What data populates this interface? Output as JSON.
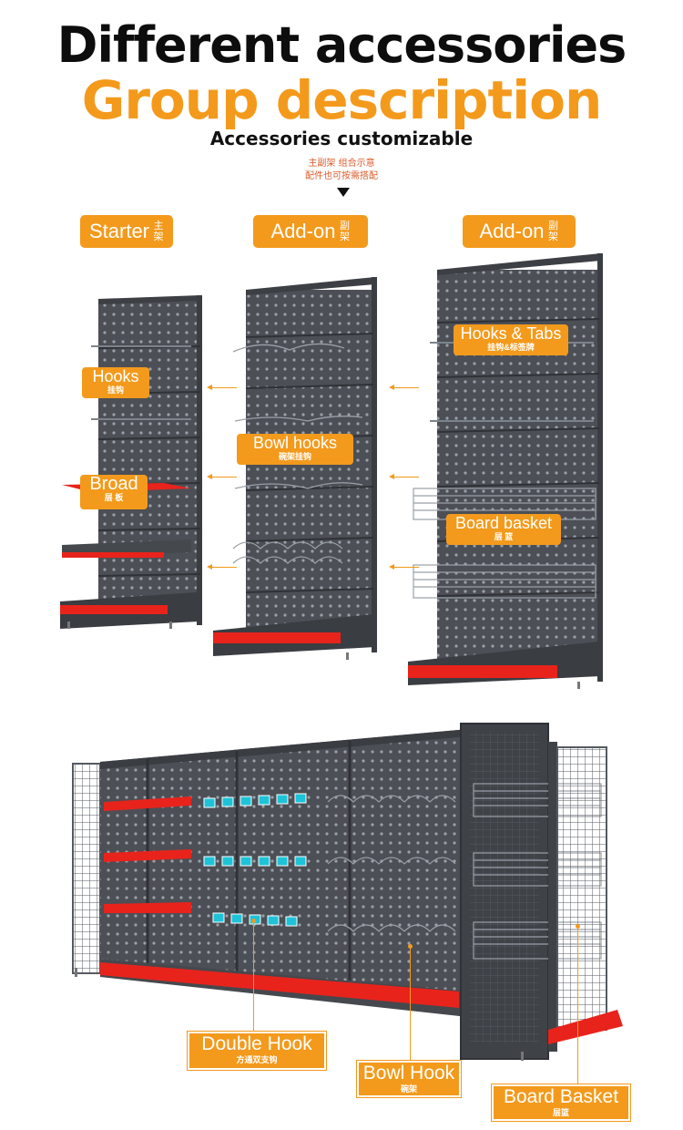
{
  "header": {
    "title": "Different accessories",
    "subtitle": "Group description",
    "tagline": "Accessories customizable",
    "note_line1": "主副架 组合示意",
    "note_line2": "配件也可按需搭配"
  },
  "columns": [
    {
      "label": "Starter",
      "sub": "主架"
    },
    {
      "label": "Add-on",
      "sub": "副架"
    },
    {
      "label": "Add-on",
      "sub": "副架"
    }
  ],
  "callouts": {
    "hooks": {
      "label": "Hooks",
      "sub": "挂钩"
    },
    "broad": {
      "label": "Broad",
      "sub": "层 板"
    },
    "bowl_hooks": {
      "label": "Bowl hooks",
      "sub": "碗架挂钩"
    },
    "hooks_tabs": {
      "label": "Hooks & Tabs",
      "sub": "挂钩&标签牌"
    },
    "board_basket": {
      "label": "Board basket",
      "sub": "层 篮"
    }
  },
  "bottom_callouts": {
    "double_hook": {
      "label": "Double Hook",
      "sub": "方通双支钩"
    },
    "bowl_hook": {
      "label": "Bowl Hook",
      "sub": "碗架"
    },
    "board_basket": {
      "label": "Board Basket",
      "sub": "层篮"
    }
  },
  "colors": {
    "accent": "#f39a1c",
    "shelf": "#4a4d52",
    "trim": "#e8231c",
    "price_tag": "#1ec3d8"
  }
}
